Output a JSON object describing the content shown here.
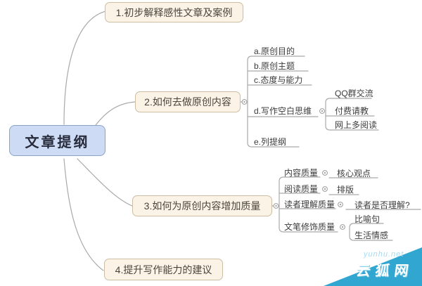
{
  "root": {
    "label": "文章提纲"
  },
  "branch1": {
    "label": "1.初步解释感性文章及案例"
  },
  "branch2": {
    "label": "2.如何去做原创内容",
    "items": {
      "a": "a.原创目的",
      "b": "b.原创主题",
      "c": "c.态度与能力",
      "d": "d.写作空白思维",
      "e": "e.列提纲"
    },
    "d_children": [
      "QQ群交流",
      "付费请教",
      "网上多阅读"
    ]
  },
  "branch3": {
    "label": "3.如何为原创内容增加质量",
    "rows": [
      {
        "label": "内容质量",
        "child": "核心观点"
      },
      {
        "label": "阅读质量",
        "child": "排版"
      },
      {
        "label": "读者理解质量",
        "child": "读者是否理解?"
      },
      {
        "label": "文笔修饰质量"
      }
    ],
    "row4_children": [
      "比喻句",
      "生活情感"
    ]
  },
  "branch4": {
    "label": "4.提升写作能力的建议"
  },
  "watermark": {
    "domain": "yunhu.net",
    "site_name": "云狐网",
    "triangle_color": "#31a6d1"
  },
  "colors": {
    "root_fill": "#cddcf4",
    "root_border": "#8ba3c7",
    "topic_fill": "#fbf3e6",
    "topic_border": "#ccbda3",
    "connector_line": "#a9a9a9",
    "leaf_text": "#3c3c3c"
  }
}
